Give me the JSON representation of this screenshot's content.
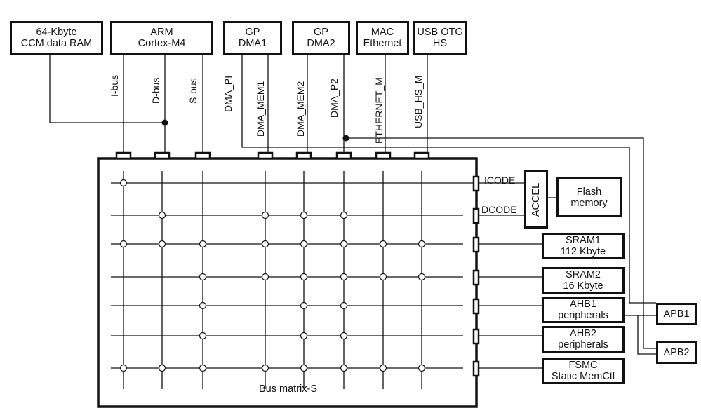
{
  "diagram": {
    "title": "Bus matrix-S",
    "masters": [
      {
        "id": "ccm",
        "line1": "64-Kbyte",
        "line2": "CCM data RAM"
      },
      {
        "id": "cpu",
        "line1": "ARM",
        "line2": "Cortex-M4"
      },
      {
        "id": "dma1",
        "line1": "GP",
        "line2": "DMA1"
      },
      {
        "id": "dma2",
        "line1": "GP",
        "line2": "DMA2"
      },
      {
        "id": "eth",
        "line1": "MAC",
        "line2": "Ethernet"
      },
      {
        "id": "usb",
        "line1": "USB OTG",
        "line2": "HS"
      }
    ],
    "master_buses": [
      "I-bus",
      "D-bus",
      "S-bus",
      "DMA_PI",
      "DMA_MEM1",
      "DMA_MEM2",
      "DMA_P2",
      "ETHERNET_M",
      "USB_HS_M"
    ],
    "slave_ports": [
      "ICODE",
      "DCODE"
    ],
    "accelerator": "ACCEL",
    "slaves": [
      {
        "id": "flash",
        "line1": "Flash",
        "line2": "memory"
      },
      {
        "id": "sram1",
        "line1": "SRAM1",
        "line2": "112 Kbyte"
      },
      {
        "id": "sram2",
        "line1": "SRAM2",
        "line2": "16 Kbyte"
      },
      {
        "id": "ahb1",
        "line1": "AHB1",
        "line2": "peripherals"
      },
      {
        "id": "ahb2",
        "line1": "AHB2",
        "line2": "peripherals"
      },
      {
        "id": "fsmc",
        "line1": "FSMC",
        "line2": "Static MemCtl"
      }
    ],
    "apb": [
      "APB1",
      "APB2"
    ],
    "matrix_connections": [
      [
        1,
        0,
        0,
        0,
        0,
        0,
        0,
        0
      ],
      [
        0,
        1,
        0,
        1,
        1,
        1,
        0,
        0
      ],
      [
        1,
        1,
        1,
        1,
        1,
        1,
        1,
        1
      ],
      [
        0,
        0,
        1,
        1,
        1,
        1,
        1,
        1
      ],
      [
        0,
        0,
        1,
        0,
        1,
        1,
        0,
        0
      ],
      [
        0,
        0,
        1,
        0,
        1,
        1,
        0,
        0
      ],
      [
        1,
        1,
        1,
        1,
        1,
        1,
        1,
        1
      ]
    ]
  }
}
